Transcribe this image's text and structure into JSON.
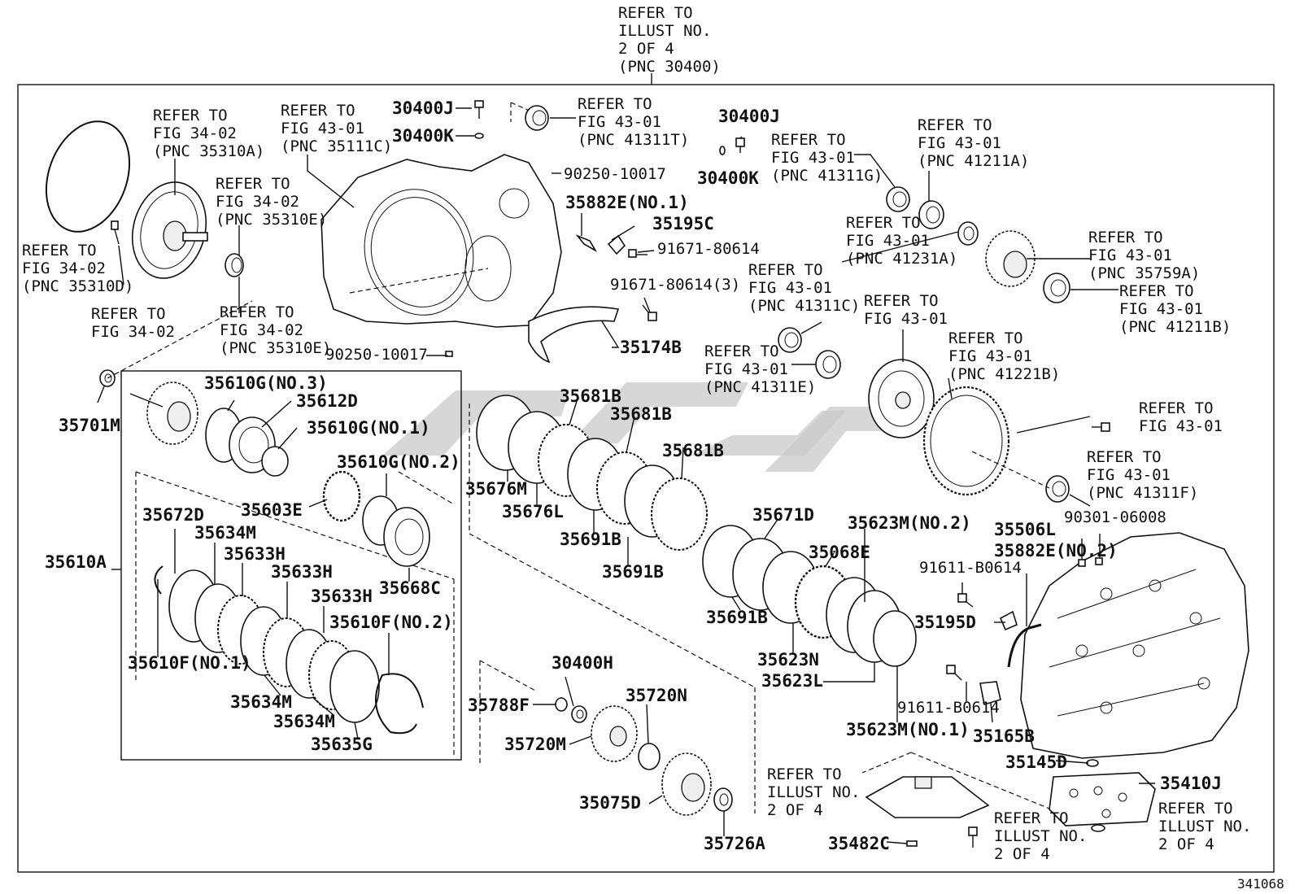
{
  "diagram_id": "341068",
  "top_note": [
    "REFER TO",
    "ILLUST NO.",
    "2 OF 4",
    "(PNC 30400)"
  ],
  "watermark": {
    "color": "#c4c4c4"
  },
  "refers": {
    "r1": [
      "REFER TO",
      "FIG 34-02",
      "(PNC 35310A)"
    ],
    "r2": [
      "REFER TO",
      "FIG 43-01",
      "(PNC 35111C)"
    ],
    "r3": [
      "REFER TO",
      "FIG 34-02",
      "(PNC 35310E)"
    ],
    "r4": [
      "REFER TO",
      "FIG 34-02",
      "(PNC 35310D)"
    ],
    "r5": [
      "REFER TO",
      "FIG 34-02"
    ],
    "r6": [
      "REFER TO",
      "FIG 34-02",
      "(PNC 35310E)"
    ],
    "r7": [
      "REFER TO",
      "FIG 43-01",
      "(PNC 41311T)"
    ],
    "r8": [
      "REFER TO",
      "FIG 43-01",
      "(PNC 41311G)"
    ],
    "r9": [
      "REFER TO",
      "FIG 43-01",
      "(PNC 41211A)"
    ],
    "r10": [
      "REFER TO",
      "FIG 43-01",
      "(PNC 41231A)"
    ],
    "r11": [
      "REFER TO",
      "FIG 43-01",
      "(PNC 35759A)"
    ],
    "r12": [
      "REFER TO",
      "FIG 43-01",
      "(PNC 41211B)"
    ],
    "r13": [
      "REFER TO",
      "FIG 43-01",
      "(PNC 41311C)"
    ],
    "r14": [
      "REFER TO",
      "FIG 43-01"
    ],
    "r15": [
      "REFER TO",
      "FIG 43-01",
      "(PNC 41221B)"
    ],
    "r16": [
      "REFER TO",
      "FIG 43-01",
      "(PNC 41311E)"
    ],
    "r17": [
      "REFER TO",
      "FIG 43-01"
    ],
    "r18": [
      "REFER TO",
      "FIG 43-01",
      "(PNC 41311F)"
    ],
    "r19": [
      "REFER TO",
      "ILLUST NO.",
      "2 OF 4"
    ],
    "r20": [
      "REFER TO",
      "ILLUST NO.",
      "2 OF 4"
    ],
    "r21": [
      "REFER TO",
      "ILLUST NO.",
      "2 OF 4"
    ]
  },
  "parts": {
    "p30400J_a": "30400J",
    "p30400K_a": "30400K",
    "p30400J_b": "30400J",
    "p30400K_b": "30400K",
    "p90250_a": "90250-10017",
    "p90250_b": "90250-10017",
    "p35882E1": "35882E(NO.1)",
    "p35195C": "35195C",
    "p91671_a": "91671-80614",
    "p91671_b": "91671-80614(3)",
    "p35174B": "35174B",
    "p35701M": "35701M",
    "p35610G3": "35610G(NO.3)",
    "p35612D": "35612D",
    "p35610G1": "35610G(NO.1)",
    "p35610G2": "35610G(NO.2)",
    "p35603E": "35603E",
    "p35672D": "35672D",
    "p35634M_a": "35634M",
    "p35633H_a": "35633H",
    "p35633H_b": "35633H",
    "p35633H_c": "35633H",
    "p35610A": "35610A",
    "p35668C": "35668C",
    "p35610F2": "35610F(NO.2)",
    "p35610F1": "35610F(NO.1)",
    "p35634M_b": "35634M",
    "p35634M_c": "35634M",
    "p35635G": "35635G",
    "p35681B_a": "35681B",
    "p35681B_b": "35681B",
    "p35681B_c": "35681B",
    "p35676M": "35676M",
    "p35676L": "35676L",
    "p35691B_a": "35691B",
    "p35691B_b": "35691B",
    "p35691B_c": "35691B",
    "p35671D": "35671D",
    "p35623MNO2": "35623M(NO.2)",
    "p35068E": "35068E",
    "p35623N": "35623N",
    "p35623L": "35623L",
    "p35623MNO1": "35623M(NO.1)",
    "p30400H": "30400H",
    "p35788F": "35788F",
    "p35720N": "35720N",
    "p35720M": "35720M",
    "p35075D": "35075D",
    "p35726A": "35726A",
    "p35506L": "35506L",
    "p90301": "90301-06008",
    "p35882E2": "35882E(NO.2)",
    "p91611_a": "91611-B0614",
    "p35195D": "35195D",
    "p91611_b": "91611-B0614",
    "p35165B": "35165B",
    "p35145D": "35145D",
    "p35410J": "35410J",
    "p35482C": "35482C"
  }
}
